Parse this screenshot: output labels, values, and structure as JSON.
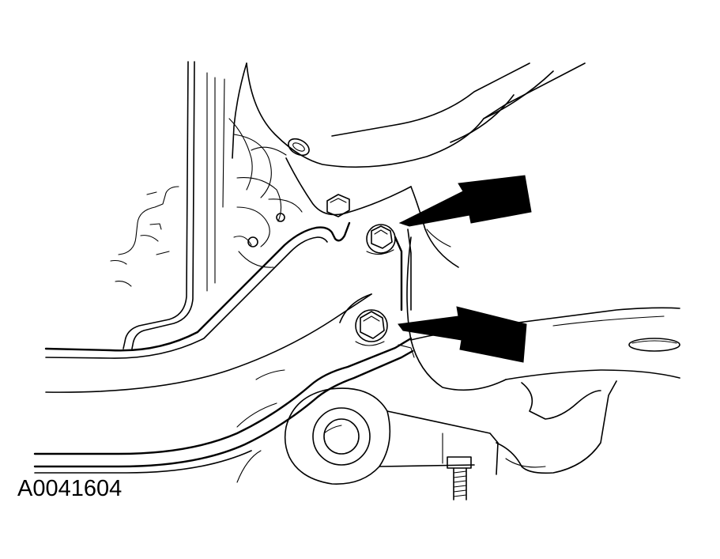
{
  "figure": {
    "id_label": "A0041604"
  },
  "colors": {
    "ink": "#000000",
    "paper": "#ffffff"
  },
  "callouts": [
    {
      "icon": "arrow-icon",
      "points_to": "upper-bolt"
    },
    {
      "icon": "arrow-icon",
      "points_to": "lower-bolt"
    }
  ]
}
